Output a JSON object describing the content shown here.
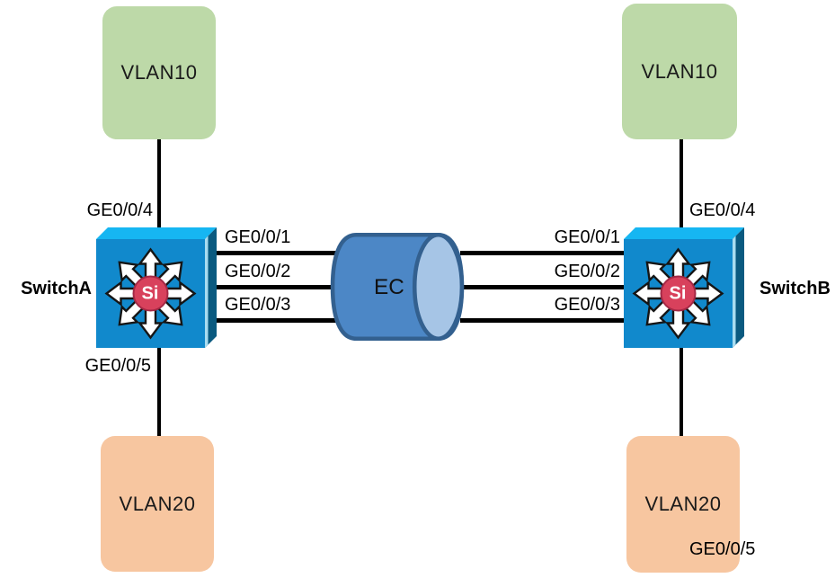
{
  "nodes": {
    "vlan10_left": "VLAN10",
    "vlan10_right": "VLAN10",
    "vlan20_left": "VLAN20",
    "vlan20_right": "VLAN20",
    "switch_a": "SwitchA",
    "switch_b": "SwitchB",
    "si_badge": "Si",
    "ec": "EC"
  },
  "ports": {
    "a_trunk": [
      "GE0/0/1",
      "GE0/0/2",
      "GE0/0/3"
    ],
    "b_trunk": [
      "GE0/0/1",
      "GE0/0/2",
      "GE0/0/3"
    ],
    "a_vlan10": "GE0/0/4",
    "a_vlan20": "GE0/0/5",
    "b_vlan10": "GE0/0/4",
    "b_vlan20": "GE0/0/5"
  },
  "colors": {
    "vlan10_fill": "#bdd9a8",
    "vlan20_fill": "#f7c6a0",
    "switch_front": "#1189cc",
    "switch_top": "#16b6f2",
    "switch_side": "#0a5a80",
    "switch_edge_highlight": "#a8dcf0",
    "arrow_fill": "#ffffff",
    "arrow_outline": "#151515",
    "si_badge_fill": "#d8415c",
    "si_badge_edge": "#a32845",
    "ec_body": "#4c87c6",
    "ec_cap": "#a6c5e6",
    "ec_outline": "#33608f",
    "link": "#000000"
  }
}
